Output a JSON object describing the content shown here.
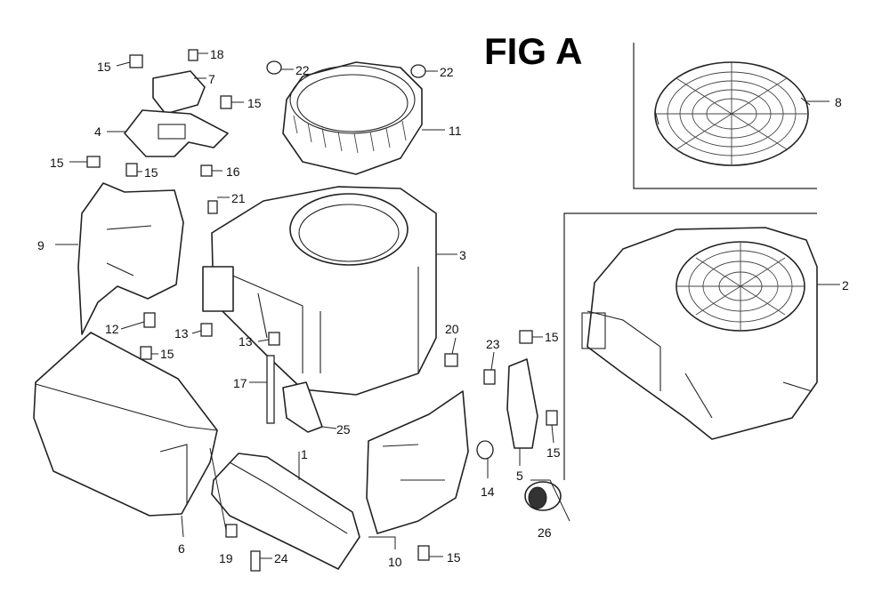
{
  "figure": {
    "title": "FIG A",
    "parts": [
      {
        "number": "1"
      },
      {
        "number": "2"
      },
      {
        "number": "3"
      },
      {
        "number": "4"
      },
      {
        "number": "5"
      },
      {
        "number": "6"
      },
      {
        "number": "7"
      },
      {
        "number": "8"
      },
      {
        "number": "9"
      },
      {
        "number": "10"
      },
      {
        "number": "11"
      },
      {
        "number": "12"
      },
      {
        "number": "13"
      },
      {
        "number": "14"
      },
      {
        "number": "15"
      },
      {
        "number": "16"
      },
      {
        "number": "17"
      },
      {
        "number": "18"
      },
      {
        "number": "19"
      },
      {
        "number": "20"
      },
      {
        "number": "21"
      },
      {
        "number": "22"
      },
      {
        "number": "23"
      },
      {
        "number": "24"
      },
      {
        "number": "25"
      },
      {
        "number": "26"
      }
    ]
  }
}
